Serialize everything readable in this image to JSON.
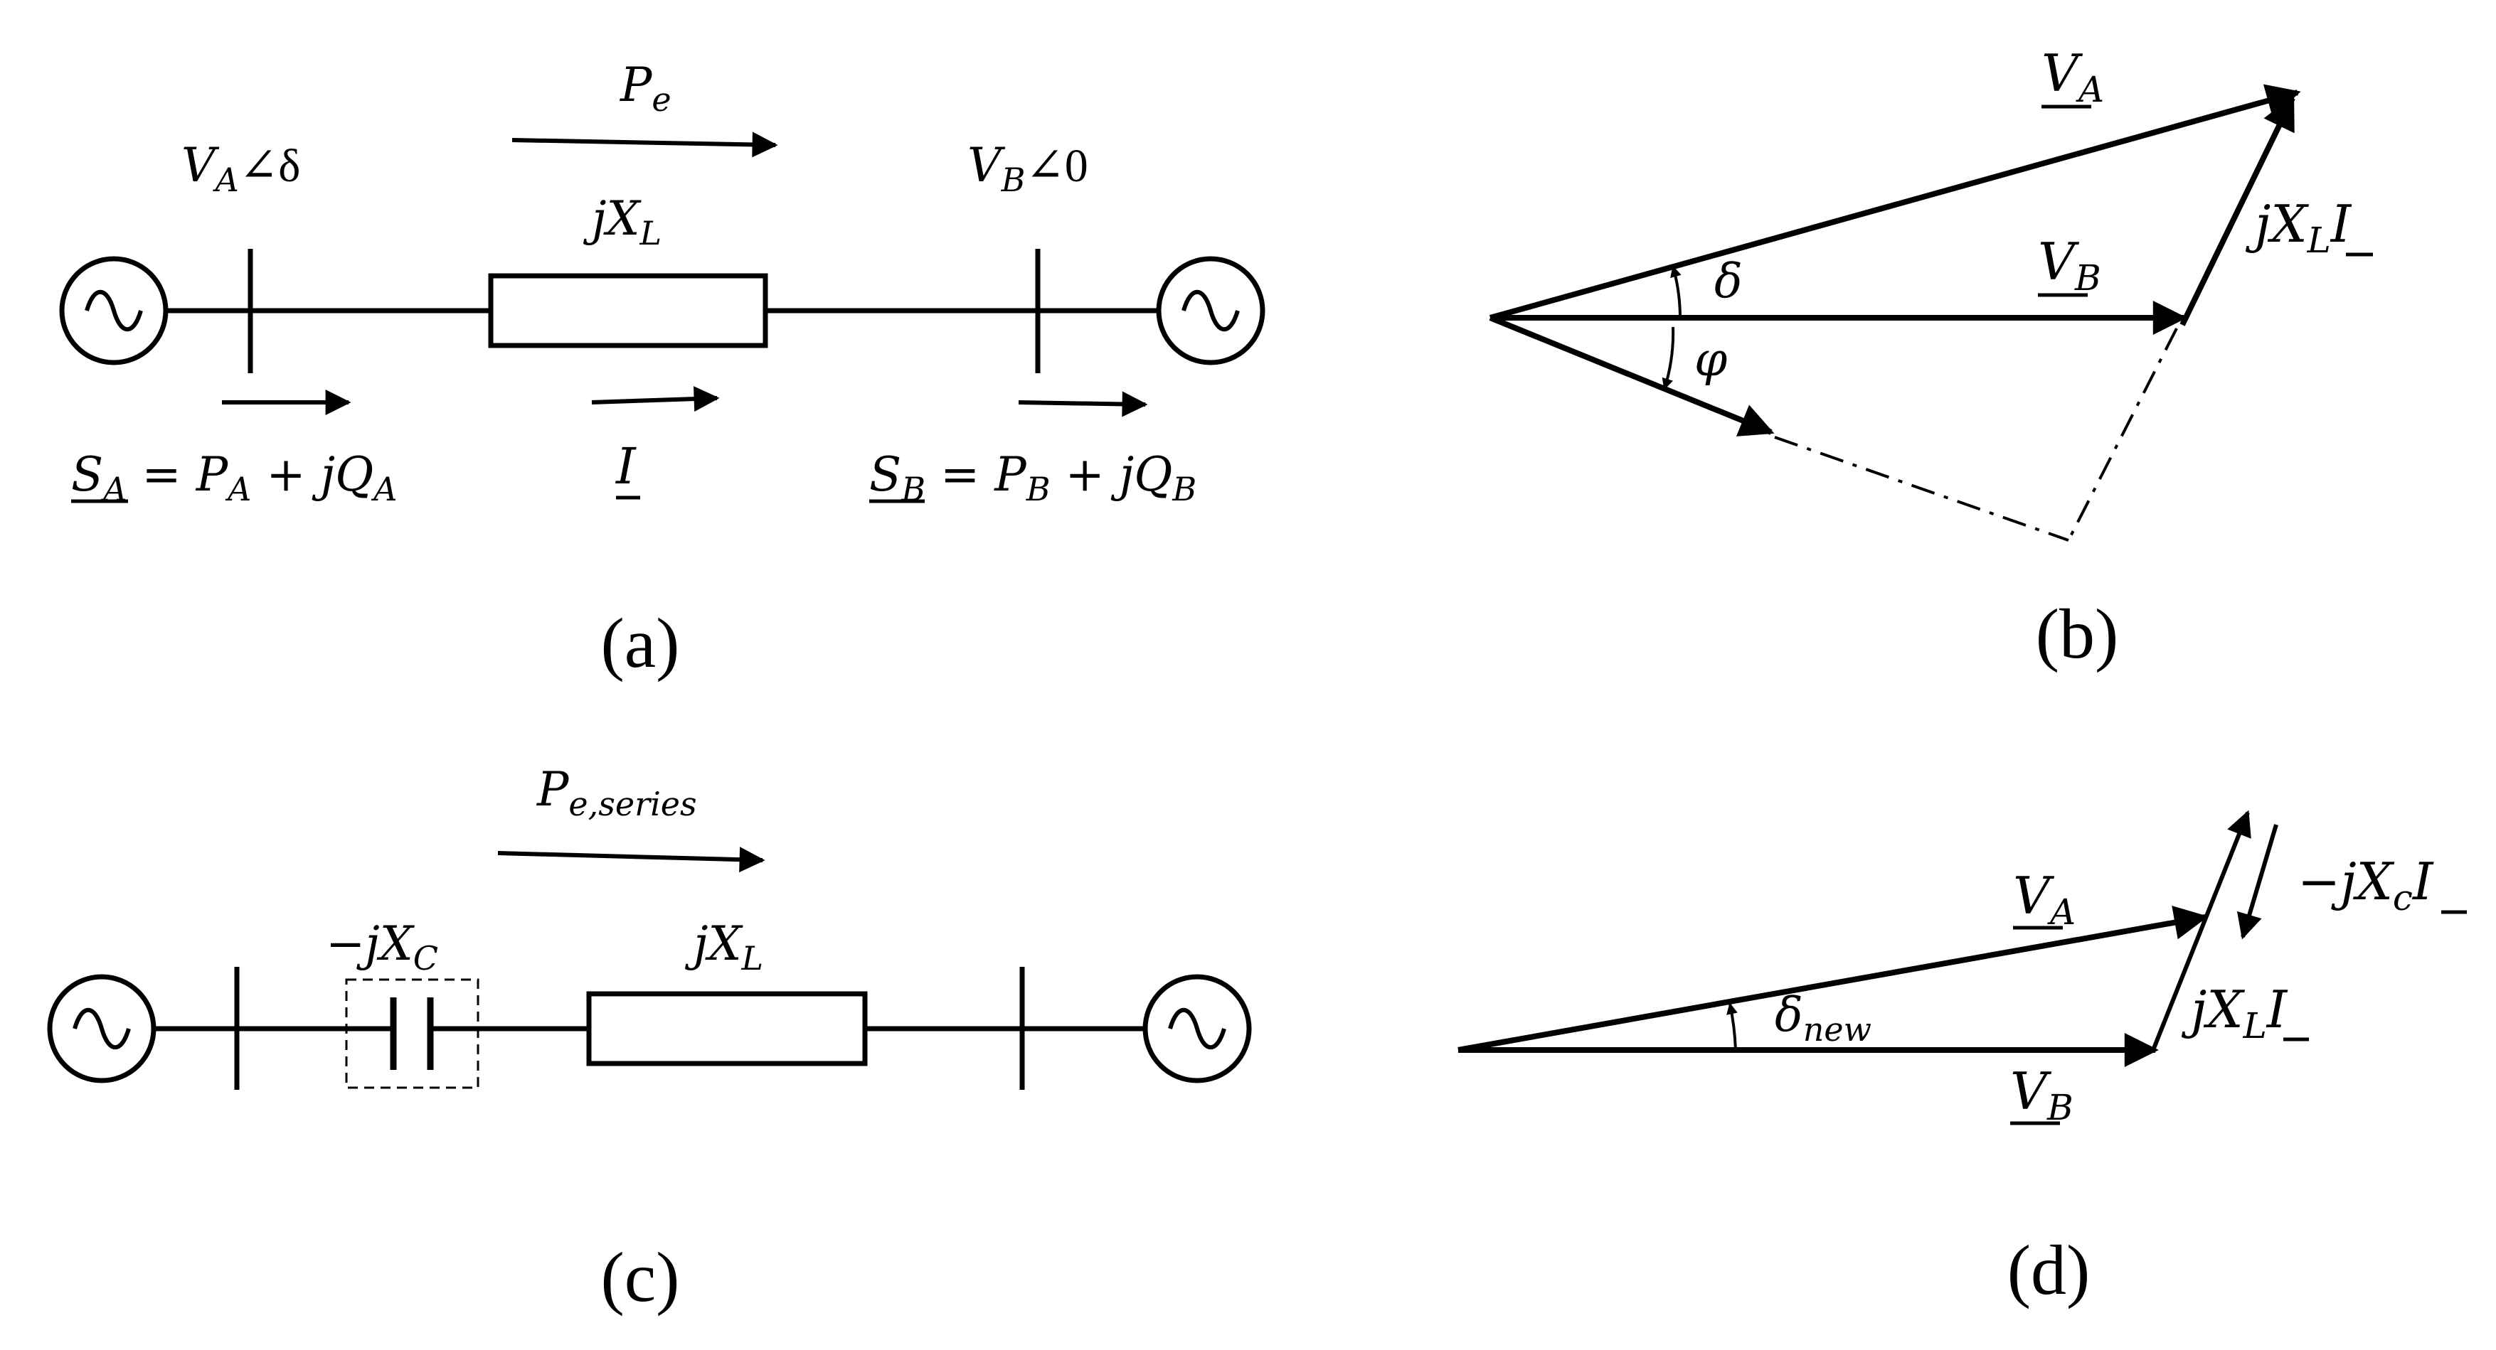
{
  "panel_a": {
    "caption": "(a)",
    "power_flow": "P",
    "power_flow_sub": "e",
    "sending_voltage": "V",
    "sending_voltage_sub": "A",
    "sending_voltage_angle": "∠δ",
    "receiving_voltage": "V",
    "receiving_voltage_sub": "B",
    "receiving_voltage_angle": "∠0",
    "line_reactance": "jX",
    "line_reactance_sub": "L",
    "current": "I",
    "sending_power_S": "S",
    "sending_power_S_sub": "A",
    "sending_power_eq": " = P",
    "sending_power_P_sub": "A",
    "sending_power_plus": " + jQ",
    "sending_power_Q_sub": "A",
    "receiving_power_S": "S",
    "receiving_power_S_sub": "B",
    "receiving_power_eq": " = P",
    "receiving_power_P_sub": "B",
    "receiving_power_plus": " + jQ",
    "receiving_power_Q_sub": "B"
  },
  "panel_b": {
    "caption": "(b)",
    "va": "V",
    "va_sub": "A",
    "vb": "V",
    "vb_sub": "B",
    "drop": "jX",
    "drop_sub": "L",
    "drop_I": "I",
    "delta": "δ",
    "phi": "φ"
  },
  "panel_c": {
    "caption": "(c)",
    "power_flow": "P",
    "power_flow_sub": "e,series",
    "capacitor": "−jX",
    "capacitor_sub": "C",
    "line_reactance": "jX",
    "line_reactance_sub": "L"
  },
  "panel_d": {
    "caption": "(d)",
    "va": "V",
    "va_sub": "A",
    "vb": "V",
    "vb_sub": "B",
    "drop": "jX",
    "drop_sub": "L",
    "drop_I": "I",
    "comp": "−jX",
    "comp_sub": "c",
    "comp_I": "I",
    "delta": "δ",
    "delta_sub": "new"
  }
}
